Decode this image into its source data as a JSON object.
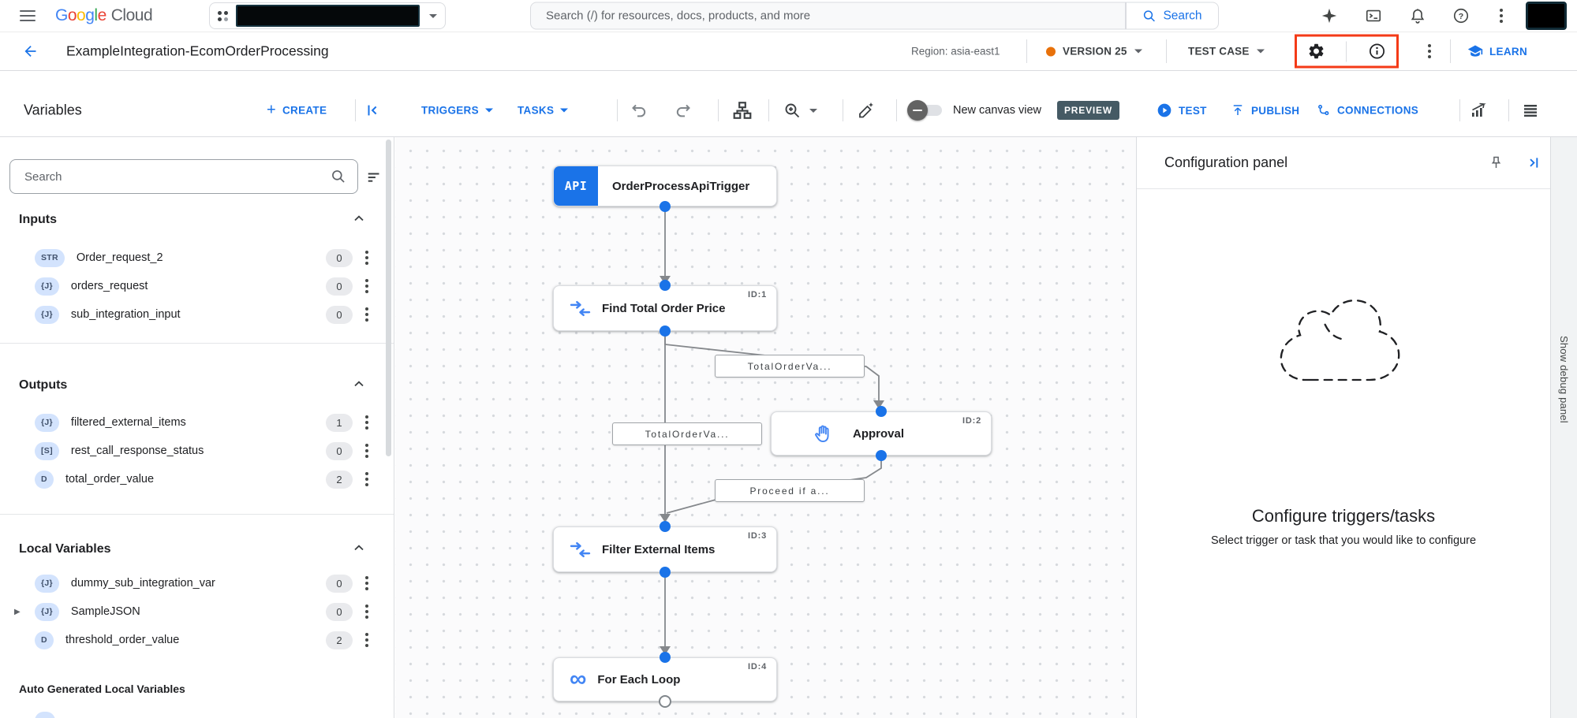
{
  "topbar": {
    "logo_google": "Google",
    "logo_cloud": "Cloud",
    "search_placeholder": "Search (/) for resources, docs, products, and more",
    "search_button_label": "Search"
  },
  "titlebar": {
    "title": "ExampleIntegration-EcomOrderProcessing",
    "region_label": "Region: asia-east1",
    "version_label": "VERSION 25",
    "test_case_label": "TEST CASE",
    "learn_label": "LEARN"
  },
  "variables_panel": {
    "title": "Variables",
    "create_label": "CREATE",
    "search_placeholder": "Search",
    "sections": [
      {
        "title": "Inputs",
        "items": [
          {
            "badge": "STR",
            "name": "Order_request_2",
            "count": "0"
          },
          {
            "badge": "{J}",
            "name": "orders_request",
            "count": "0"
          },
          {
            "badge": "{J}",
            "name": "sub_integration_input",
            "count": "0"
          }
        ]
      },
      {
        "title": "Outputs",
        "items": [
          {
            "badge": "{J}",
            "name": "filtered_external_items",
            "count": "1"
          },
          {
            "badge": "[S]",
            "name": "rest_call_response_status",
            "count": "0"
          },
          {
            "badge": "D",
            "name": "total_order_value",
            "count": "2"
          }
        ]
      },
      {
        "title": "Local Variables",
        "items": [
          {
            "badge": "{J}",
            "name": "dummy_sub_integration_var",
            "count": "0"
          },
          {
            "badge": "{J}",
            "name": "SampleJSON",
            "count": "0"
          },
          {
            "badge": "D",
            "name": "threshold_order_value",
            "count": "2"
          }
        ]
      }
    ],
    "auto_generated_title": "Auto Generated Local Variables"
  },
  "canvas_toolbar": {
    "triggers_label": "TRIGGERS",
    "tasks_label": "TASKS",
    "new_canvas_view_label": "New canvas view",
    "preview_badge": "PREVIEW",
    "test_label": "TEST",
    "publish_label": "PUBLISH",
    "connections_label": "CONNECTIONS"
  },
  "canvas": {
    "api_icon_label": "API",
    "nodes": [
      {
        "id": "",
        "label": "OrderProcessApiTrigger"
      },
      {
        "id": "ID:1",
        "label": "Find Total Order Price"
      },
      {
        "id": "ID:2",
        "label": "Approval"
      },
      {
        "id": "ID:3",
        "label": "Filter External Items"
      },
      {
        "id": "ID:4",
        "label": "For Each Loop"
      }
    ],
    "edge_labels": [
      "TotalOrderVa...",
      "TotalOrderVa...",
      "Proceed if a..."
    ]
  },
  "config_panel": {
    "title": "Configuration panel",
    "empty_state_title": "Configure triggers/tasks",
    "empty_state_subtitle": "Select trigger or task that you would like to configure"
  },
  "debug_panel": {
    "label": "Show debug panel"
  },
  "colors": {
    "accent_blue": "#1a73e8",
    "icon_blue": "#4285f4",
    "version_dot_orange": "#e8710a",
    "highlight_red": "#f43a17",
    "preview_badge_bg": "#455a64"
  }
}
